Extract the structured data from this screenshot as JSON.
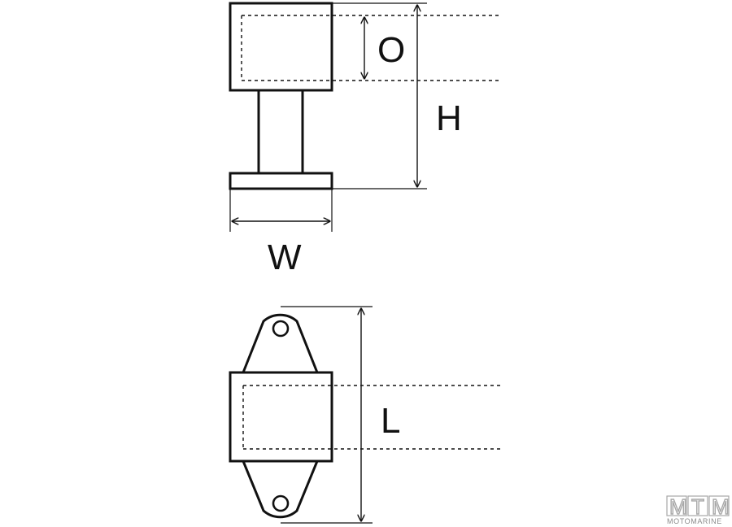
{
  "labels": {
    "opening": "O",
    "height": "H",
    "width": "W",
    "length": "L"
  },
  "logo": {
    "letters": [
      "M",
      "T",
      "M"
    ],
    "subtitle": "MOTOMARINE"
  },
  "colors": {
    "line": "#111111",
    "logo": "#a8a8a8"
  }
}
